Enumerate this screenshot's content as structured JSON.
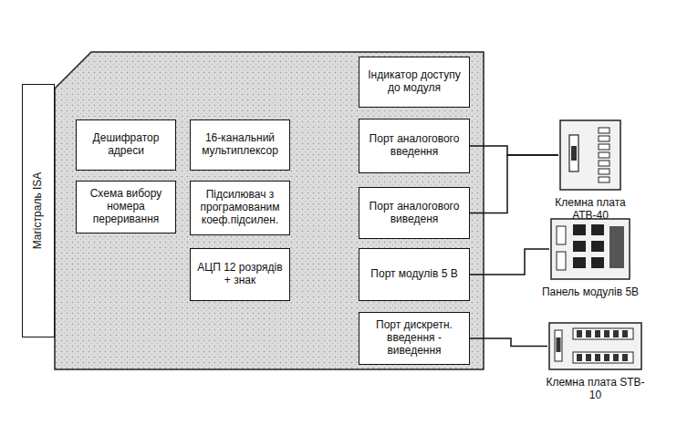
{
  "diagram": {
    "nodes": [
      {
        "text": [
          "Магістраль ISA"
        ]
      },
      {
        "text": [
          "Індикатор доступу до модуля"
        ]
      },
      {
        "text": [
          "Дешифратор адреси"
        ]
      },
      {
        "text": [
          "16-канальний мультиплексор"
        ]
      },
      {
        "text": [
          "Порт аналогового введення"
        ]
      },
      {
        "text": [
          "Схема вибору номера переривання"
        ]
      },
      {
        "text": [
          "Підсилювач з програмованим коеф.підсилен."
        ]
      },
      {
        "text": [
          "Порт аналогового виведеня"
        ]
      },
      {
        "text": [
          "АЦП 12 розрядів + знак"
        ]
      },
      {
        "text": [
          "Порт модулів 5 В"
        ]
      },
      {
        "text": [
          "Порт дискретн. введення - виведення"
        ]
      },
      {
        "text": [
          "Клемна плата АТВ-40"
        ]
      },
      {
        "text": [
          "Панель модулів 5В"
        ]
      },
      {
        "text": [
          "Клемна плата STB-10"
        ]
      }
    ],
    "edges": [
      {
        "from": 4,
        "to": 11,
        "arrow": "none"
      },
      {
        "from": 7,
        "to": 11,
        "arrow": "none"
      },
      {
        "from": 9,
        "to": 12,
        "arrow": "none"
      },
      {
        "from": 10,
        "to": 13,
        "arrow": "none"
      }
    ]
  }
}
